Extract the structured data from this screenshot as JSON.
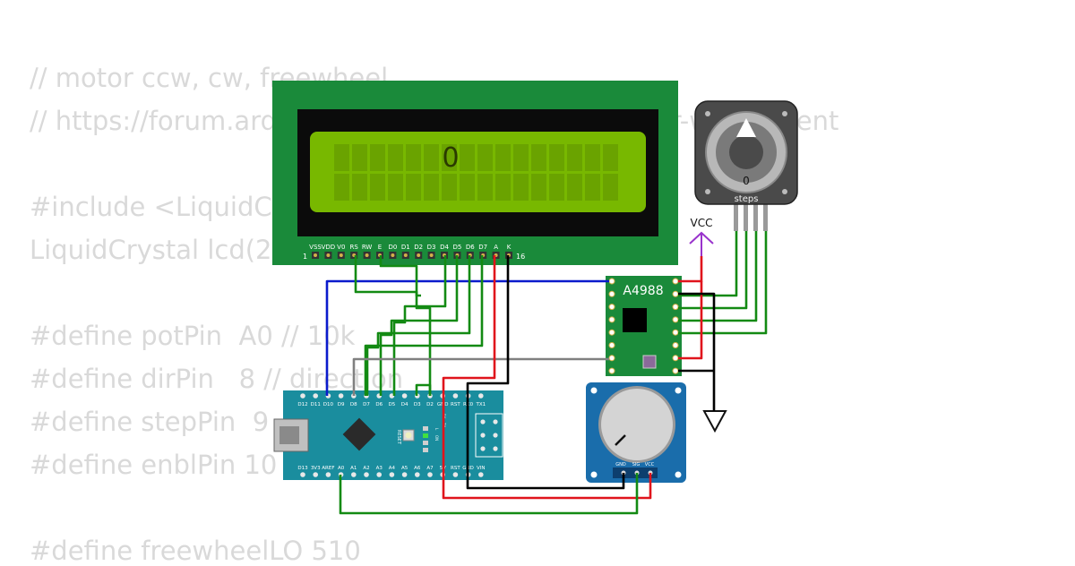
{
  "code_lines": [
    "// motor ccw, cw, freewheel",
    "// https://forum.arduino.cc/t/control-stepper-motor-with-potent",
    "",
    "#include <LiquidCrystal.h>",
    "LiquidCrystal lcd(2, 3, 4, 5, 6, 7);",
    "",
    "#define potPin  A0 // 10k",
    "#define dirPin   8 // direction",
    "#define stepPin  9",
    "#define enblPin 10",
    "",
    "#define freewheelLO 510"
  ],
  "lcd": {
    "display_text": "0",
    "pin_labels": [
      "VSS",
      "VDD",
      "V0",
      "RS",
      "RW",
      "E",
      "D0",
      "D1",
      "D2",
      "D3",
      "D4",
      "D5",
      "D6",
      "D7",
      "A",
      "K"
    ],
    "pin_first": "1",
    "pin_last": "16"
  },
  "stepper": {
    "value": "0",
    "unit": "steps"
  },
  "driver": {
    "label": "A4988"
  },
  "power": {
    "vcc_label": "VCC"
  },
  "pot_module": {
    "pins": [
      "GND",
      "SIG",
      "VCC"
    ]
  },
  "nano": {
    "top_pins": [
      "D12",
      "D11",
      "D10",
      "D9",
      "D8",
      "D7",
      "D6",
      "D5",
      "D4",
      "D3",
      "D2",
      "GND",
      "RST",
      "RX0",
      "TX1"
    ],
    "bottom_pins": [
      "D13",
      "3V3",
      "AREF",
      "A0",
      "A1",
      "A2",
      "A3",
      "A4",
      "A5",
      "A6",
      "A7",
      "5V",
      "RST",
      "GND",
      "VIN"
    ],
    "reset_label": "RESET",
    "led_labels": [
      "L",
      "ON",
      "RX",
      "TX"
    ]
  },
  "colors": {
    "lcd_board": "#1a8a3a",
    "lcd_screen": "#78b800",
    "nano_board": "#1a8d9e",
    "driver_board": "#1a8a3a",
    "pot_board": "#1a6dab",
    "wire_blue": "#0a1acc",
    "wire_green": "#138a13",
    "wire_red": "#e0141c",
    "wire_black": "#000000",
    "wire_gray": "#808080",
    "vcc_arrow": "#9933cc"
  }
}
